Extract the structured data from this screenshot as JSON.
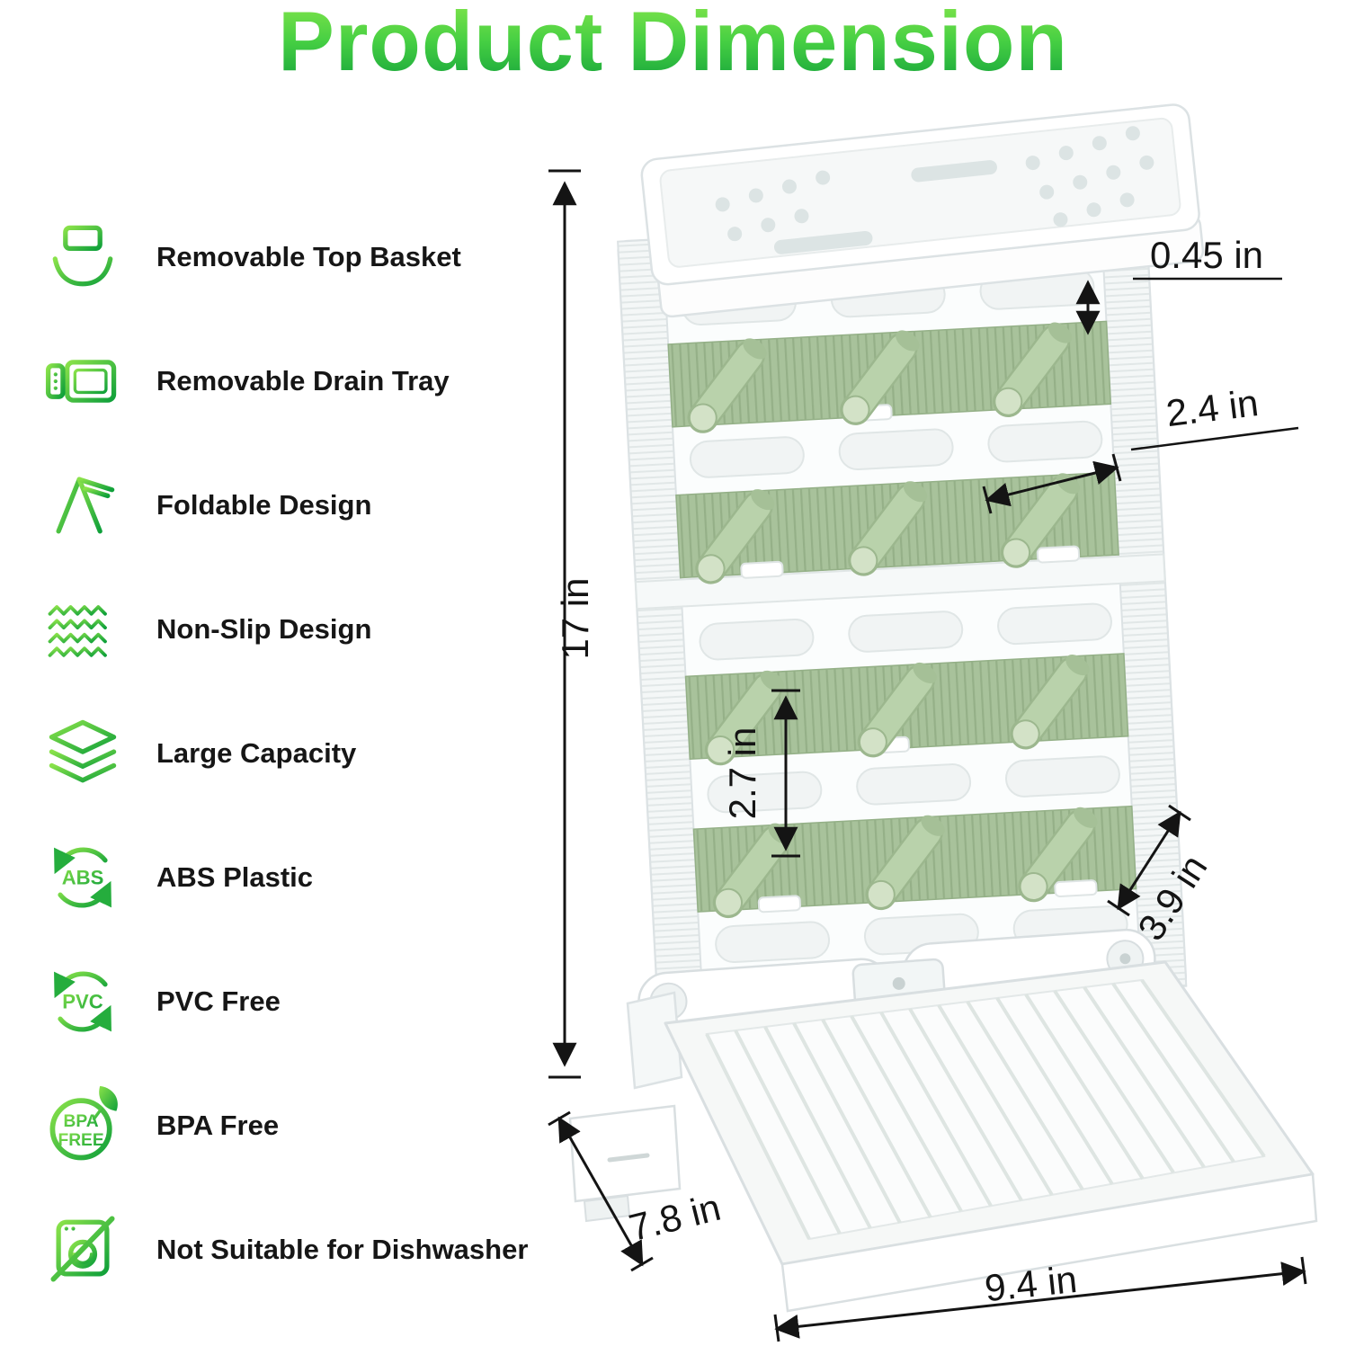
{
  "title": "Product Dimension",
  "features": [
    {
      "label": "Removable Top Basket",
      "icon": "top-basket-icon"
    },
    {
      "label": "Removable Drain Tray",
      "icon": "drain-tray-icon"
    },
    {
      "label": "Foldable Design",
      "icon": "foldable-icon"
    },
    {
      "label": "Non-Slip Design",
      "icon": "non-slip-icon"
    },
    {
      "label": "Large Capacity",
      "icon": "layers-icon"
    },
    {
      "label": "ABS Plastic",
      "icon": "abs-recycle-icon"
    },
    {
      "label": "PVC Free",
      "icon": "pvc-recycle-icon"
    },
    {
      "label": "BPA Free",
      "icon": "bpa-free-icon"
    },
    {
      "label": "Not Suitable for Dishwasher",
      "icon": "no-dishwasher-icon"
    }
  ],
  "icon_texts": {
    "abs": "ABS",
    "pvc": "PVC",
    "bpa_line1": "BPA",
    "bpa_line2": "FREE"
  },
  "dimensions": {
    "height": "17 in",
    "width": "9.4 in",
    "depth": "7.8 in",
    "peg_diameter": "0.45 in",
    "peg_spacing": "2.4 in",
    "row_spacing": "2.7 in",
    "peg_length": "3.9 in"
  },
  "colors": {
    "accent_green": "#2fb53b",
    "gradient_top": "#8ce94c",
    "gradient_bottom": "#0f9e3a",
    "slat_green": "#a8c29b",
    "peg_green": "#b9d2ab",
    "text_dark": "#161616"
  }
}
